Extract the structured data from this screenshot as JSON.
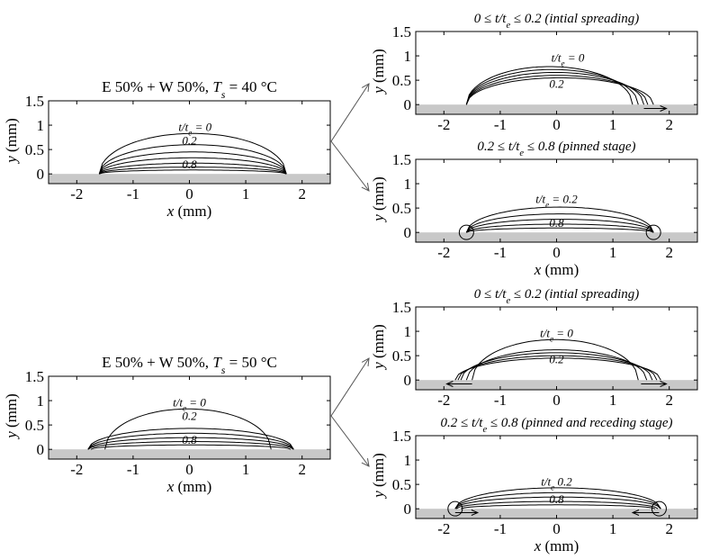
{
  "chart_data": [
    {
      "id": "p1",
      "type": "line",
      "title_parts": [
        "E 50% + W 50%, ",
        "T",
        "s",
        " = 40 °C"
      ],
      "xlabel_parts": [
        "x",
        " (mm)"
      ],
      "ylabel_parts": [
        "y",
        " (mm)"
      ],
      "xlim": [
        -2.5,
        2.5
      ],
      "ylim": [
        -0.2,
        1.5
      ],
      "xticks": [
        "-2",
        "-1",
        "0",
        "1",
        "2"
      ],
      "yticks": [
        "0",
        "0.5",
        "1",
        "1.5"
      ],
      "substrate": "gray band below y = 0",
      "labels": [
        {
          "parts": [
            "t/t",
            "e",
            " = 0"
          ],
          "x": 0.1,
          "y": 0.83
        },
        {
          "parts": [
            "0.2"
          ],
          "x": 0.0,
          "y": 0.55
        },
        {
          "parts": [
            "0.8"
          ],
          "x": 0.0,
          "y": 0.06
        }
      ],
      "series": [
        {
          "x_left": -1.6,
          "x_right": 1.72,
          "height": 0.83
        },
        {
          "x_left": -1.6,
          "x_right": 1.72,
          "height": 0.6
        },
        {
          "x_left": -1.6,
          "x_right": 1.72,
          "height": 0.45
        },
        {
          "x_left": -1.6,
          "x_right": 1.72,
          "height": 0.33
        },
        {
          "x_left": -1.6,
          "x_right": 1.72,
          "height": 0.22
        },
        {
          "x_left": -1.6,
          "x_right": 1.72,
          "height": 0.14
        },
        {
          "x_left": -1.6,
          "x_right": 1.72,
          "height": 0.08
        }
      ]
    },
    {
      "id": "p2",
      "type": "line",
      "title_parts": [
        "0 ≤ ",
        "t/t",
        "e",
        " ≤ 0.2 (intial spreading)"
      ],
      "xlabel_parts": [],
      "ylabel_parts": [
        "y",
        " (mm)"
      ],
      "xlim": [
        -2.5,
        2.5
      ],
      "ylim": [
        -0.2,
        1.5
      ],
      "xticks": [
        "-2",
        "-1",
        "0",
        "1",
        "2"
      ],
      "yticks": [
        "0",
        "0.5",
        "1",
        "1.5"
      ],
      "labels": [
        {
          "parts": [
            "t/t",
            "e",
            " = 0"
          ],
          "x": 0.2,
          "y": 0.83
        },
        {
          "parts": [
            "0.2"
          ],
          "x": 0.0,
          "y": 0.29
        }
      ],
      "arrows": [
        {
          "from": 1.55,
          "to": 1.95,
          "y": -0.08
        }
      ],
      "series": [
        {
          "x_left": -1.6,
          "x_right": 1.35,
          "height": 0.78
        },
        {
          "x_left": -1.6,
          "x_right": 1.45,
          "height": 0.72
        },
        {
          "x_left": -1.6,
          "x_right": 1.55,
          "height": 0.66
        },
        {
          "x_left": -1.6,
          "x_right": 1.62,
          "height": 0.6
        },
        {
          "x_left": -1.6,
          "x_right": 1.72,
          "height": 0.55
        }
      ]
    },
    {
      "id": "p3",
      "type": "line",
      "title_parts": [
        "0.2 ≤ ",
        "t/t",
        "e",
        " ≤ 0.8 (pinned stage)"
      ],
      "xlabel_parts": [
        "x",
        " (mm)"
      ],
      "ylabel_parts": [
        "y",
        " (mm)"
      ],
      "xlim": [
        -2.5,
        2.5
      ],
      "ylim": [
        -0.2,
        1.5
      ],
      "xticks": [
        "-2",
        "-1",
        "0",
        "1",
        "2"
      ],
      "yticks": [
        "0",
        "0.5",
        "1",
        "1.5"
      ],
      "labels": [
        {
          "parts": [
            "t/t",
            "e",
            " = 0.2"
          ],
          "x": 0.0,
          "y": 0.55
        },
        {
          "parts": [
            "0.8"
          ],
          "x": 0.0,
          "y": 0.06
        }
      ],
      "circles": [
        {
          "x": -1.6,
          "y": 0.0
        },
        {
          "x": 1.72,
          "y": 0.0
        }
      ],
      "series": [
        {
          "x_left": -1.6,
          "x_right": 1.72,
          "height": 0.52
        },
        {
          "x_left": -1.6,
          "x_right": 1.72,
          "height": 0.38
        },
        {
          "x_left": -1.6,
          "x_right": 1.72,
          "height": 0.27
        },
        {
          "x_left": -1.6,
          "x_right": 1.72,
          "height": 0.17
        },
        {
          "x_left": -1.6,
          "x_right": 1.72,
          "height": 0.09
        }
      ]
    },
    {
      "id": "p4",
      "type": "line",
      "title_parts": [
        "E 50% + W 50%, ",
        "T",
        "s",
        " = 50 °C"
      ],
      "xlabel_parts": [
        "x",
        " (mm)"
      ],
      "ylabel_parts": [
        "y",
        " (mm)"
      ],
      "xlim": [
        -2.5,
        2.5
      ],
      "ylim": [
        -0.2,
        1.5
      ],
      "xticks": [
        "-2",
        "-1",
        "0",
        "1",
        "2"
      ],
      "yticks": [
        "0",
        "0.5",
        "1",
        "1.5"
      ],
      "labels": [
        {
          "parts": [
            "t/t",
            "e",
            " = 0"
          ],
          "x": 0.0,
          "y": 0.83
        },
        {
          "parts": [
            "0.2"
          ],
          "x": 0.0,
          "y": 0.55
        },
        {
          "parts": [
            "0.8"
          ],
          "x": 0.0,
          "y": 0.06
        }
      ],
      "series": [
        {
          "x_left": -1.5,
          "x_right": 1.45,
          "height": 0.83
        },
        {
          "x_left": -1.8,
          "x_right": 1.85,
          "height": 0.43
        },
        {
          "x_left": -1.8,
          "x_right": 1.85,
          "height": 0.33
        },
        {
          "x_left": -1.8,
          "x_right": 1.85,
          "height": 0.24
        },
        {
          "x_left": -1.8,
          "x_right": 1.85,
          "height": 0.16
        },
        {
          "x_left": -1.75,
          "x_right": 1.8,
          "height": 0.09
        }
      ]
    },
    {
      "id": "p5",
      "type": "line",
      "title_parts": [
        "0 ≤ ",
        "t/t",
        "e",
        " ≤ 0.2 (intial spreading)"
      ],
      "xlabel_parts": [],
      "ylabel_parts": [
        "y",
        " (mm)"
      ],
      "xlim": [
        -2.5,
        2.5
      ],
      "ylim": [
        -0.2,
        1.5
      ],
      "xticks": [
        "-2",
        "-1",
        "0",
        "1",
        "2"
      ],
      "yticks": [
        "0",
        "0.5",
        "1",
        "1.5"
      ],
      "labels": [
        {
          "parts": [
            "t/t",
            "e",
            " = 0"
          ],
          "x": 0.0,
          "y": 0.83
        },
        {
          "parts": [
            "0.2"
          ],
          "x": 0.0,
          "y": 0.29
        }
      ],
      "arrows": [
        {
          "from": -1.5,
          "to": -1.95,
          "y": -0.08
        },
        {
          "from": 1.5,
          "to": 1.95,
          "y": -0.08
        }
      ],
      "series": [
        {
          "x_left": -1.5,
          "x_right": 1.45,
          "height": 0.83
        },
        {
          "x_left": -1.6,
          "x_right": 1.6,
          "height": 0.62
        },
        {
          "x_left": -1.7,
          "x_right": 1.7,
          "height": 0.56
        },
        {
          "x_left": -1.75,
          "x_right": 1.78,
          "height": 0.5
        },
        {
          "x_left": -1.8,
          "x_right": 1.85,
          "height": 0.45
        }
      ]
    },
    {
      "id": "p6",
      "type": "line",
      "title_parts": [
        "0.2 ≤ ",
        "t/t",
        "e",
        " ≤ 0.8 (pinned and receding stage)"
      ],
      "xlabel_parts": [
        "x",
        " (mm)"
      ],
      "ylabel_parts": [
        "y",
        " (mm)"
      ],
      "xlim": [
        -2.5,
        2.5
      ],
      "ylim": [
        -0.2,
        1.5
      ],
      "xticks": [
        "-2",
        "-1",
        "0",
        "1",
        "2"
      ],
      "yticks": [
        "0",
        "0.5",
        "1",
        "1.5"
      ],
      "labels": [
        {
          "parts": [
            "t/t",
            "e",
            "     0.2"
          ],
          "x": 0.0,
          "y": 0.42
        },
        {
          "parts": [
            "0.8"
          ],
          "x": 0.0,
          "y": 0.06
        }
      ],
      "circles": [
        {
          "x": -1.8,
          "y": 0.0
        },
        {
          "x": 1.82,
          "y": 0.0
        }
      ],
      "arrows": [
        {
          "from": -1.8,
          "to": -1.4,
          "y": -0.08
        },
        {
          "from": 1.82,
          "to": 1.35,
          "y": -0.08
        }
      ],
      "series": [
        {
          "x_left": -1.8,
          "x_right": 1.85,
          "height": 0.43
        },
        {
          "x_left": -1.8,
          "x_right": 1.85,
          "height": 0.33
        },
        {
          "x_left": -1.8,
          "x_right": 1.85,
          "height": 0.24
        },
        {
          "x_left": -1.78,
          "x_right": 1.8,
          "height": 0.15
        },
        {
          "x_left": -1.7,
          "x_right": 1.75,
          "height": 0.08
        }
      ]
    }
  ]
}
